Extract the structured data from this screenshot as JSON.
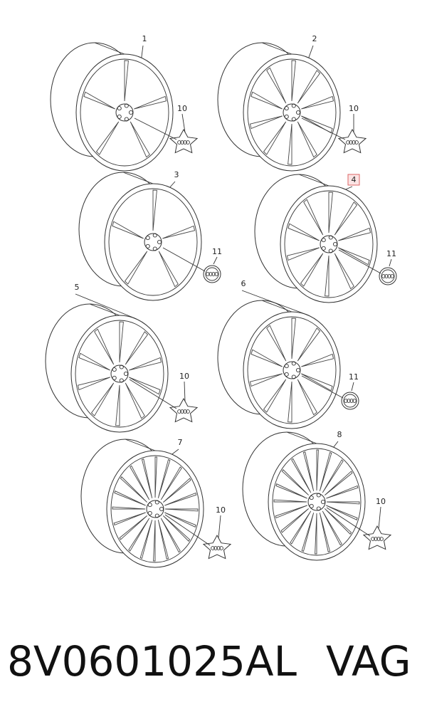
{
  "diagram": {
    "wheels": [
      {
        "id": "wheel-1",
        "label": "1",
        "cap_label": "10",
        "highlighted": false,
        "cap_type": "five-point"
      },
      {
        "id": "wheel-2",
        "label": "2",
        "cap_label": "10",
        "highlighted": false,
        "cap_type": "five-point"
      },
      {
        "id": "wheel-3",
        "label": "3",
        "cap_label": "11",
        "highlighted": false,
        "cap_type": "round"
      },
      {
        "id": "wheel-4",
        "label": "4",
        "cap_label": "11",
        "highlighted": true,
        "cap_type": "round"
      },
      {
        "id": "wheel-5",
        "label": "5",
        "cap_label": "10",
        "highlighted": false,
        "cap_type": "five-point"
      },
      {
        "id": "wheel-6",
        "label": "6",
        "cap_label": "11",
        "highlighted": false,
        "cap_type": "round"
      },
      {
        "id": "wheel-7",
        "label": "7",
        "cap_label": "10",
        "highlighted": false,
        "cap_type": "five-point"
      },
      {
        "id": "wheel-8",
        "label": "8",
        "cap_label": "10",
        "highlighted": false,
        "cap_type": "five-point"
      }
    ],
    "highlight_color": "#d66666"
  },
  "footer": {
    "part_number": "8V0601025AL",
    "brand": "VAG"
  }
}
